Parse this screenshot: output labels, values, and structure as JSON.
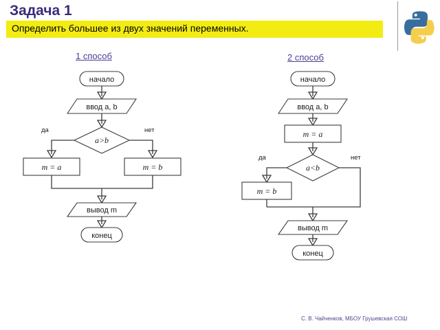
{
  "slide": {
    "title": "Задача 1",
    "subtitle": "Определить большее из двух значений переменных.",
    "footer": "С. В. Чайченков, МБОУ Грушевская СОШ",
    "logo": "python-logo",
    "colors": {
      "title": "#3B2A7A",
      "banner": "#F3EC13",
      "heading": "#4A3F93",
      "stroke": "#3B3B3B",
      "python_blue": "#386E9E",
      "python_yellow": "#F5CE4E",
      "footer": "#4A4A8A"
    }
  },
  "method1": {
    "heading": "1 способ",
    "nodes": {
      "start": "начало",
      "input": "ввод a, b",
      "decision": "a>b",
      "yes_label": "да",
      "no_label": "нет",
      "assign_yes": "m = a",
      "assign_no": "m = b",
      "output": "вывод m",
      "end": "конец"
    }
  },
  "method2": {
    "heading": "2 способ",
    "nodes": {
      "start": "начало",
      "input": "ввод a, b",
      "assign_init": "m = a",
      "decision": "a<b",
      "yes_label": "да",
      "no_label": "нет",
      "assign_yes": "m = b",
      "output": "вывод m",
      "end": "конец"
    }
  }
}
